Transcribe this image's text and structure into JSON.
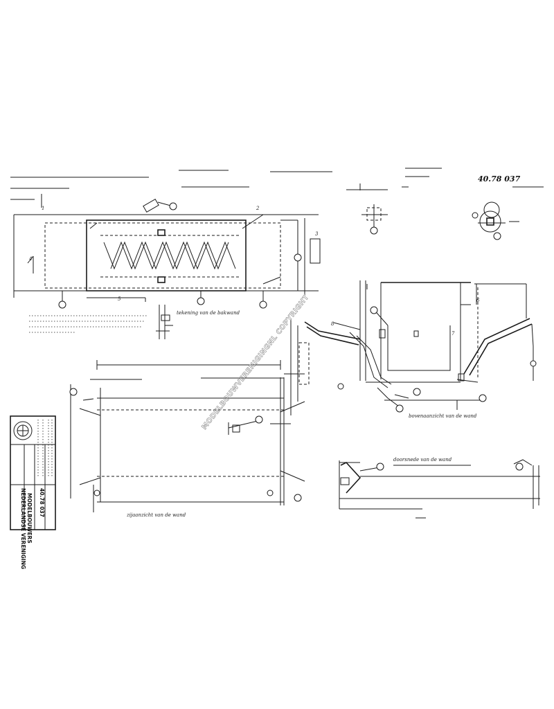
{
  "drawing_number": "40.78 037",
  "watermark": "MODELBOUWVERENIGINGNL COPYRIGHT",
  "title_block": {
    "line_1": "NEDERLANDSE VERENIGING",
    "line_2": "MODELBOUWERS",
    "drawing_number": "40.78 037"
  },
  "notes": {
    "leader_note": "tekening van de bakwand",
    "view_bottom_left": "zijaanzicht van de wand",
    "view_right": "bovenaanzicht van de wand",
    "view_bottom_right": "doorsnede van de wand"
  },
  "dimensions": [
    "1",
    "2",
    "3",
    "4",
    "5",
    "6",
    "7",
    "8"
  ],
  "colors": {
    "ink": "#1a1a1a",
    "paper": "#ffffff",
    "watermark": "#8a8a8a"
  }
}
